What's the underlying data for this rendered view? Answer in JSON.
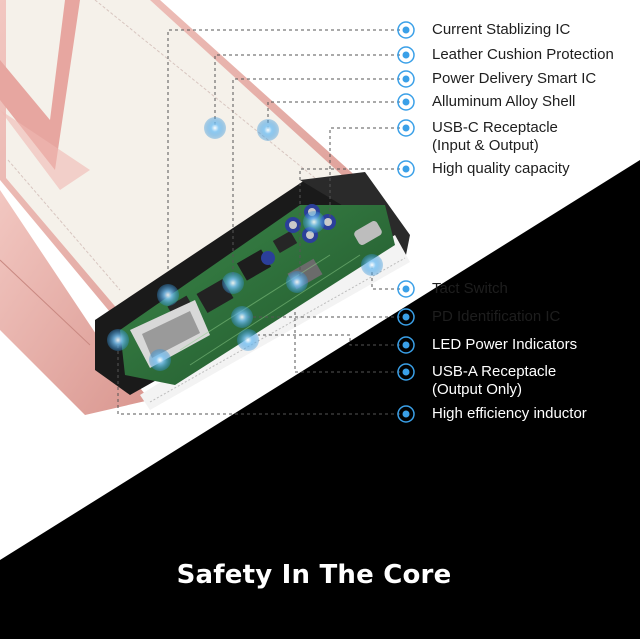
{
  "callouts": {
    "current_ic": "Current Stablizing IC",
    "leather": "Leather Cushion Protection",
    "pd_smart_ic": "Power Delivery Smart IC",
    "alloy_shell": "Alluminum Alloy Shell",
    "usb_c": "USB-C Receptacle\n(Input & Output)",
    "capacity": "High quality capacity",
    "tact_switch": "Tact Switch",
    "pd_id_ic": "PD Identification IC",
    "led": "LED Power Indicators",
    "usb_a": "USB-A Receptacle\n(Output Only)",
    "inductor": "High efficiency inductor"
  },
  "caption": "Safety In The Core",
  "colors": {
    "marker": "#3aa0e8",
    "leader": "#555555",
    "dark_band": "#000000",
    "leather": "#f4f1ea",
    "rose_gold": "#e9b2ad",
    "pcb": "#2c6b3a"
  }
}
